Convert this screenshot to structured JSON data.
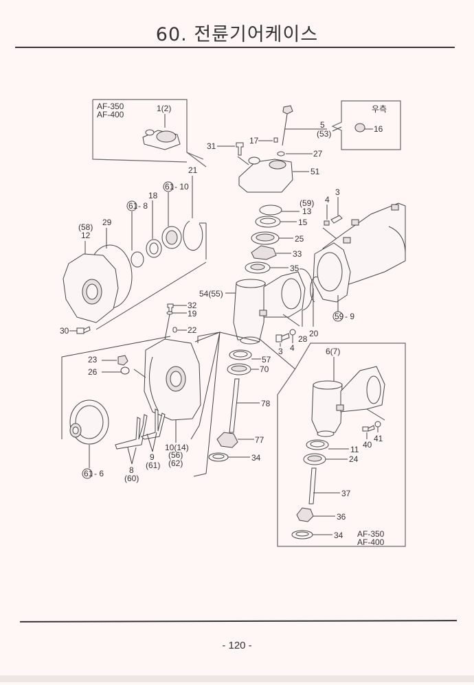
{
  "page": {
    "title": "60. 전륜기어케이스",
    "page_number": "- 120 -"
  },
  "insets": {
    "top_left": {
      "models": [
        "AF-350",
        "AF-400"
      ],
      "part": "1(2)"
    },
    "top_right": {
      "side_label": "우측",
      "part": "16"
    },
    "bottom_right": {
      "models": [
        "AF-350",
        "AF-400"
      ]
    }
  },
  "callouts": {
    "p1": "1(2)",
    "p5": "5",
    "p53": "(53)",
    "p16": "16",
    "p17": "17",
    "p31": "31",
    "p27": "27",
    "p51": "51",
    "p21": "21",
    "p61_10_circ": "61",
    "p61_10": "- 10",
    "p18": "18",
    "p61_8_circ": "61",
    "p61_8": "- 8",
    "p29": "29",
    "p58": "(58)",
    "p12": "12",
    "p59a": "(59)",
    "p13": "13",
    "p15": "15",
    "p25": "25",
    "p33": "33",
    "p35": "35",
    "p4a": "4",
    "p3a": "3",
    "p54": "54(55)",
    "p59_9_circ": "59",
    "p59_9": "- 9",
    "p20": "20",
    "p28": "28",
    "p3b": "3",
    "p4b": "4",
    "p32": "32",
    "p19": "19",
    "p22": "22",
    "p30": "30",
    "p23": "23",
    "p26": "26",
    "p57": "57",
    "p70": "70",
    "p78": "78",
    "p77": "77",
    "p34a": "34",
    "p10": "10(14)",
    "p56": "(56)",
    "p62": "(62)",
    "p9": "9",
    "p61b": "(61)",
    "p8": "8",
    "p60": "(60)",
    "p61_6_circ": "61",
    "p61_6": "- 6",
    "p6": "6(7)",
    "p41": "41",
    "p40": "40",
    "p11": "11",
    "p24": "24",
    "p37": "37",
    "p36": "36",
    "p34b": "34"
  }
}
